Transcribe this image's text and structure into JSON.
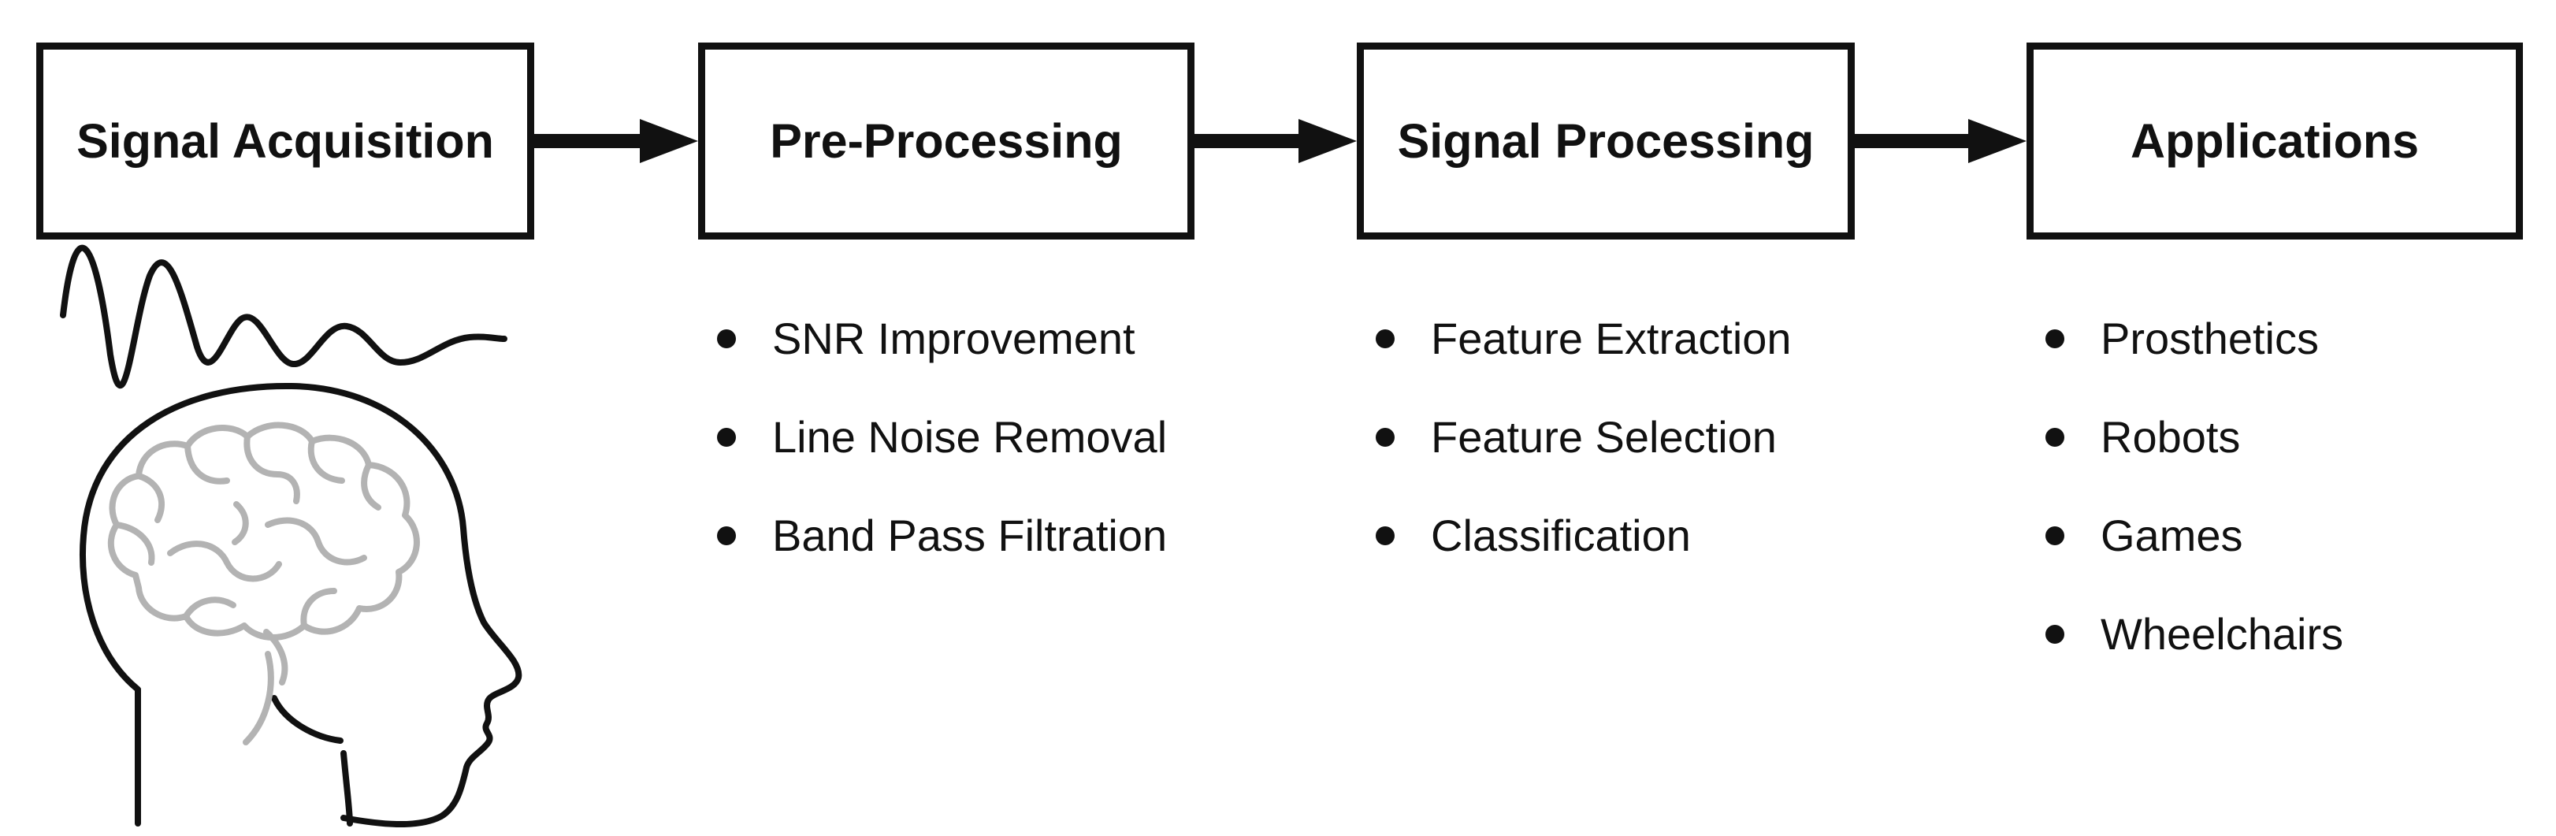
{
  "stages": [
    {
      "label": "Signal Acquisition"
    },
    {
      "label": "Pre-Processing",
      "items": [
        "SNR Improvement",
        "Line Noise Removal",
        "Band Pass Filtration"
      ]
    },
    {
      "label": "Signal Processing",
      "items": [
        "Feature Extraction",
        "Feature Selection",
        "Classification"
      ]
    },
    {
      "label": "Applications",
      "items": [
        "Prosthetics",
        "Robots",
        "Games",
        "Wheelchairs"
      ]
    }
  ],
  "colors": {
    "stroke": "#111111",
    "brain": "#b3b3b3",
    "background": "#ffffff"
  },
  "icons": [
    "brain-wave-icon",
    "human-head-icon",
    "brain-icon"
  ]
}
